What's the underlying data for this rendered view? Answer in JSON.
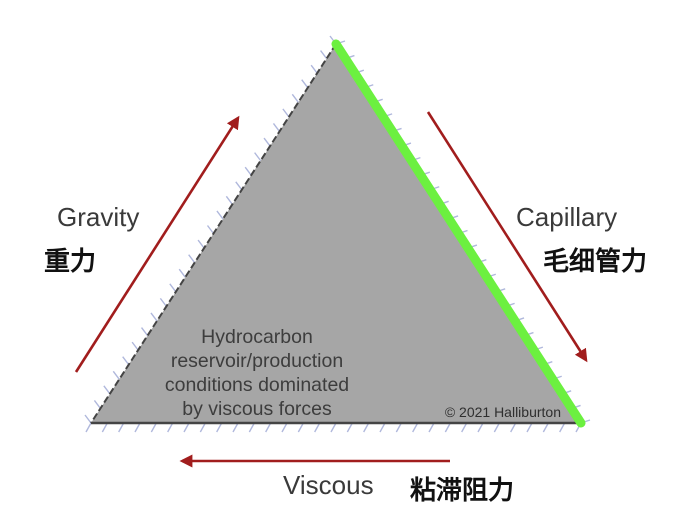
{
  "colors": {
    "triangle_fill": "#a6a6a6",
    "triangle_edge": "#444444",
    "capillary_edge": "#6cf040",
    "arrow": "#a11d1d",
    "hatch": "#b0b8dc"
  },
  "labels": {
    "gravity_en": "Gravity",
    "gravity_zh": "重力",
    "capillary_en": "Capillary",
    "capillary_zh": "毛细管力",
    "viscous_en": "Viscous",
    "viscous_zh": "粘滞阻力"
  },
  "center": {
    "line1": "Hydrocarbon",
    "line2": "reservoir/production",
    "line3": "conditions dominated",
    "line4": "by viscous forces"
  },
  "copyright": "© 2021 Halliburton"
}
